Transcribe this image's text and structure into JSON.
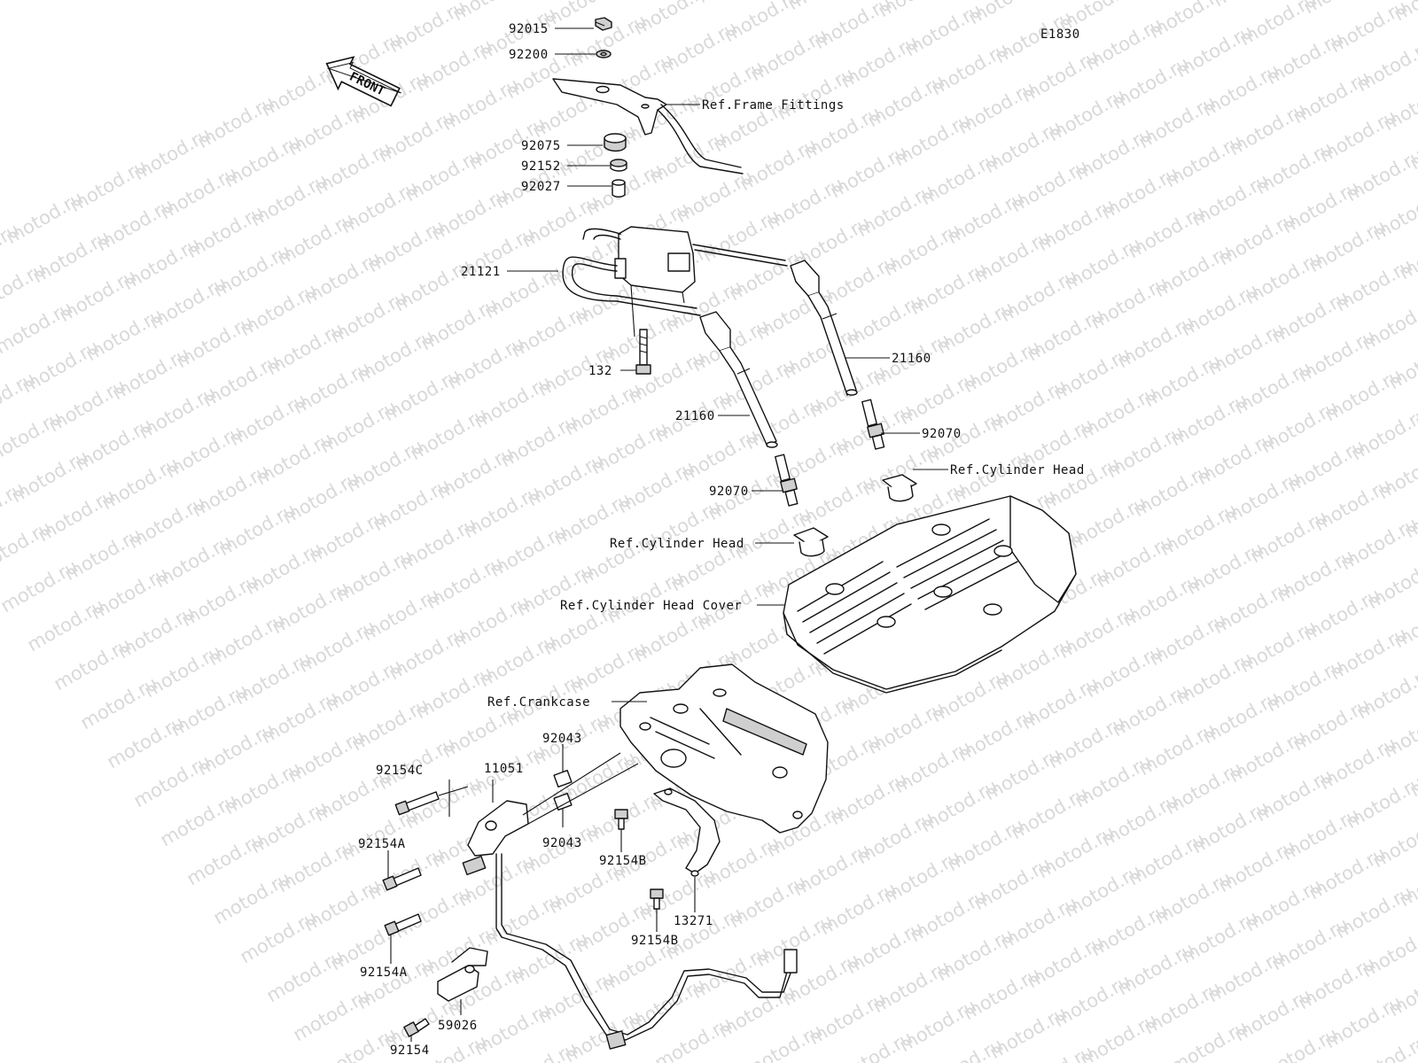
{
  "diagram_code": "E1830",
  "front_label": "FRONT",
  "watermark": "motod.ru",
  "callouts": {
    "c92015": "92015",
    "c92200": "92200",
    "c_ref_frame": "Ref.Frame Fittings",
    "c92075": "92075",
    "c92152": "92152",
    "c92027": "92027",
    "c21121": "21121",
    "c132": "132",
    "c21160_right": "21160",
    "c21160_left": "21160",
    "c92070_right": "92070",
    "c_ref_cyl_head_right": "Ref.Cylinder Head",
    "c92070_left": "92070",
    "c_ref_cyl_head_left": "Ref.Cylinder Head",
    "c_ref_head_cover": "Ref.Cylinder Head Cover",
    "c_ref_crankcase": "Ref.Crankcase",
    "c92043_top": "92043",
    "c92154c": "92154C",
    "c11051": "11051",
    "c92154a_top": "92154A",
    "c92043_bottom": "92043",
    "c92154b_top": "92154B",
    "c13271": "13271",
    "c92154b_bottom": "92154B",
    "c92154a_bottom": "92154A",
    "c92154": "92154",
    "c59026": "59026"
  }
}
